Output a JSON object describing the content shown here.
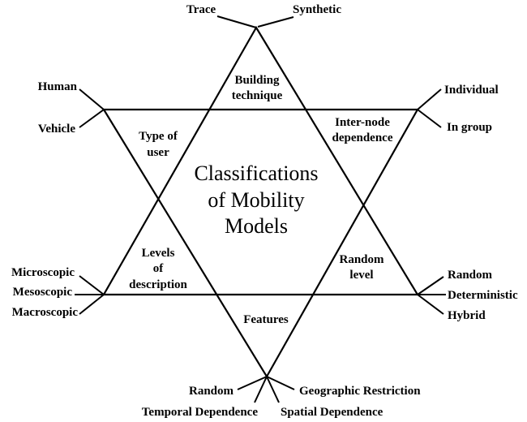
{
  "title": [
    "Classifications",
    "of Mobility",
    "Models"
  ],
  "regions": {
    "building": [
      "Building",
      "technique"
    ],
    "user": [
      "Type of",
      "user"
    ],
    "internode": [
      "Inter-node",
      "dependence"
    ],
    "levels": [
      "Levels",
      "of",
      "description"
    ],
    "random": [
      "Random",
      "level"
    ],
    "features": [
      "Features"
    ]
  },
  "leaves": {
    "building": [
      "Trace",
      "Synthetic"
    ],
    "user": [
      "Human",
      "Vehicle"
    ],
    "internode": [
      "Individual",
      "In group"
    ],
    "levels": [
      "Microscopic",
      "Mesoscopic",
      "Macroscopic"
    ],
    "random": [
      "Random",
      "Deterministic",
      "Hybrid"
    ],
    "features": [
      "Random",
      "Geographic Restriction",
      "Temporal Dependence",
      "Spatial Dependence"
    ]
  }
}
